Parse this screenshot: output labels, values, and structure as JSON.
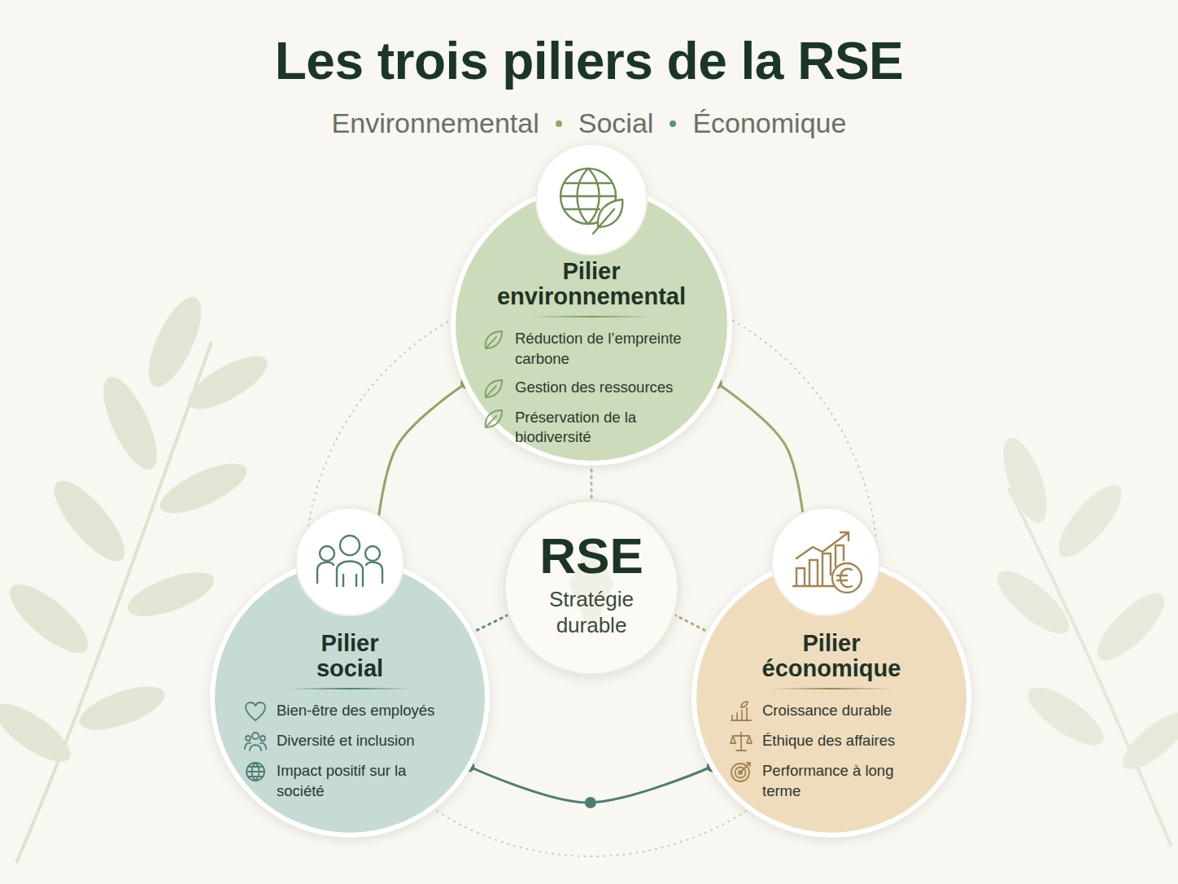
{
  "diagram": {
    "title": "Les trois piliers de la RSE",
    "nodes": [
      {
        "text": [
          "Pilier environnemental",
          "Réduction de l’empreinte carbone",
          "Gestion des ressources",
          "Préservation de la biodiversité"
        ]
      },
      {
        "text": [
          "Pilier social",
          "Bien-être des employés",
          "Diversité et inclusion",
          "Impact positif sur la société"
        ]
      },
      {
        "text": [
          "RSE",
          "Stratégie durable"
        ]
      },
      {
        "text": [
          "Pilier économique",
          "Croissance durable",
          "Éthique des affaires",
          "Performance à long terme"
        ]
      }
    ],
    "edges": [
      {
        "from": 0,
        "to": 1,
        "arrow": "none"
      },
      {
        "from": 0,
        "to": 3,
        "arrow": "none"
      },
      {
        "from": 1,
        "to": 3,
        "arrow": "none"
      },
      {
        "from": 0,
        "to": 2,
        "arrow": "none"
      },
      {
        "from": 1,
        "to": 2,
        "arrow": "none"
      },
      {
        "from": 2,
        "to": 3,
        "arrow": "none"
      }
    ],
    "labels": [
      "Environnemental",
      "Social",
      "Économique"
    ]
  }
}
